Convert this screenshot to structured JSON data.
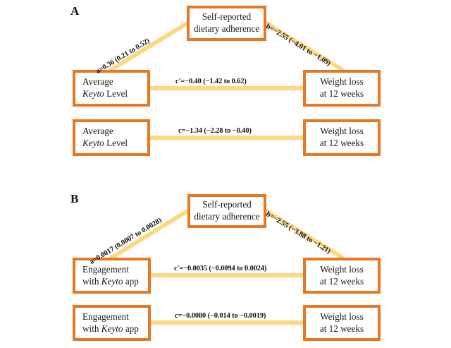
{
  "figure": {
    "type": "mediation-path-diagram",
    "background_color": "#ffffff",
    "box_border_color": "#E87722",
    "connector_color": "#FCD981"
  },
  "panels": [
    {
      "id": "A",
      "label": "A",
      "mediator": {
        "line1": "Self-reported",
        "line2": "dietary adherence"
      },
      "predictor": {
        "line1": "Average",
        "line2_pre": "",
        "line2_italic": "Keyto",
        "line2_post": " Level"
      },
      "outcome": {
        "line1": "Weight loss",
        "line2": "at 12 weeks"
      },
      "paths": {
        "a": "a=0.36 (0.21 to 0.52)",
        "b": "b=−2.55 (−4.01 to −1.09)",
        "c_prime": "c'=−0.40 (−1.42 to 0.62)",
        "c": "c=−1.34 (−2.28 to −0.40)"
      }
    },
    {
      "id": "B",
      "label": "B",
      "mediator": {
        "line1": "Self-reported",
        "line2": "dietary adherence"
      },
      "predictor": {
        "line1": "Engagement",
        "line2_pre": "with ",
        "line2_italic": "Keyto",
        "line2_post": " app"
      },
      "outcome": {
        "line1": "Weight loss",
        "line2": "at 12 weeks"
      },
      "paths": {
        "a": "a=0.0017 (0.0007 to 0.0028)",
        "b": "b=−2.55 (−3.88 to −1.21)",
        "c_prime": "c'=−0.0035 (−0.0094 to 0.0024)",
        "c": "c=−0.0080 (−0.014 to −0.0019)"
      }
    }
  ]
}
